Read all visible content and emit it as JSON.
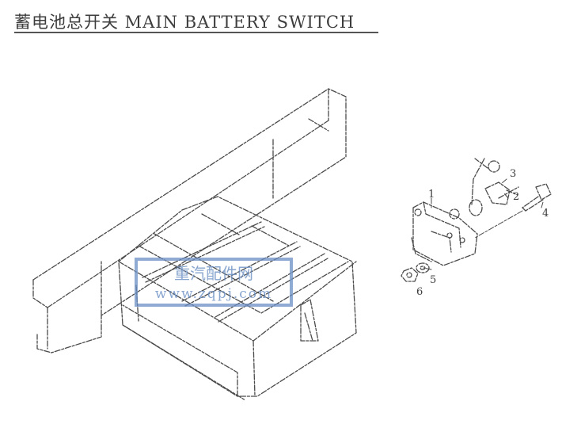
{
  "header": {
    "title": "蓄电池总开关 MAIN BATTERY SWITCH"
  },
  "callouts": [
    {
      "label": "1"
    },
    {
      "label": "2"
    },
    {
      "label": "3"
    },
    {
      "label": "4"
    },
    {
      "label": "5"
    },
    {
      "label": "6"
    }
  ],
  "watermark": {
    "line1": "重汽配件网",
    "line2": "www.zqpj.com",
    "color": "#6a8fc4"
  },
  "colors": {
    "line": "#4a4a4a",
    "ink": "#3d3d3d"
  }
}
